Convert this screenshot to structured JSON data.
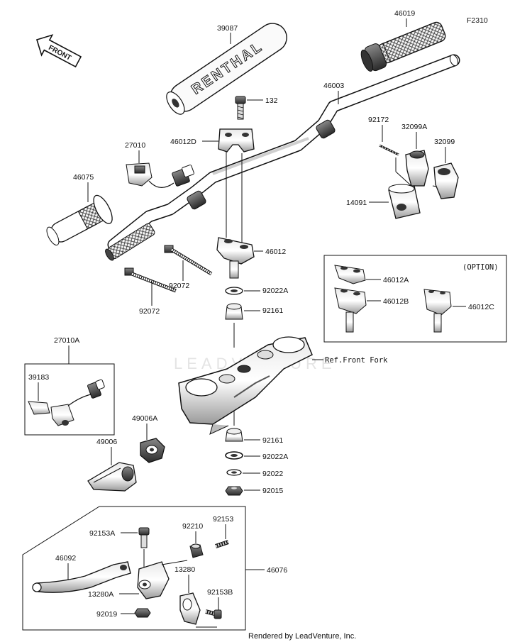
{
  "figure_code": "F2310",
  "front_arrow_label": "FRONT",
  "watermark": "LEADVENTURE",
  "grip_brand": "RENTHAL",
  "reference_label": "Ref.Front Fork",
  "option_label": "(OPTION)",
  "footer": "Rendered by LeadVenture, Inc.",
  "parts": {
    "p39087": "39087",
    "p46019": "46019",
    "p132": "132",
    "p46003": "46003",
    "p27010": "27010",
    "p46012D": "46012D",
    "p92172": "92172",
    "p32099A": "32099A",
    "p32099": "32099",
    "p46075": "46075",
    "p14091": "14091",
    "p46012": "46012",
    "p92072a": "92072",
    "p92072b": "92072",
    "p92022A_top": "92022A",
    "p92161_top": "92161",
    "p46012A": "46012A",
    "p46012B": "46012B",
    "p46012C": "46012C",
    "p27010A": "27010A",
    "p39183": "39183",
    "p49006A": "49006A",
    "p49006": "49006",
    "p92161_bot": "92161",
    "p92022A_bot": "92022A",
    "p92022": "92022",
    "p92015": "92015",
    "p92153A": "92153A",
    "p92210": "92210",
    "p92153": "92153",
    "p46092": "46092",
    "p46076": "46076",
    "p13280": "13280",
    "p13280A": "13280A",
    "p92153B": "92153B",
    "p92019": "92019"
  }
}
